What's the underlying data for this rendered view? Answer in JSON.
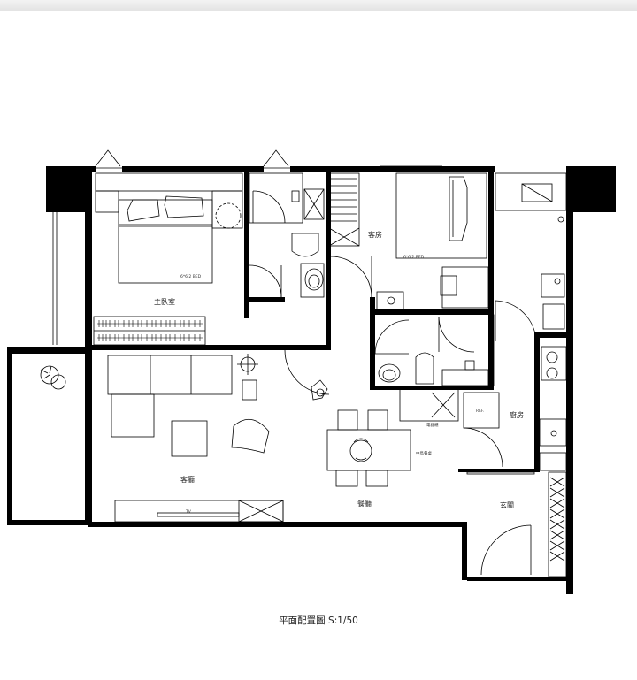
{
  "rooms": {
    "master_bedroom": "主臥室",
    "guest_room": "客房",
    "living_room": "客廳",
    "dining_room": "餐廳",
    "kitchen": "廚房",
    "entrance": "玄關"
  },
  "furniture": {
    "bed_size_master": "6*6.2 BED",
    "bed_size_guest": "6*6.2 BED",
    "tv": "TV",
    "fridge": "REF.",
    "appliance_cabinet": "電器櫃",
    "dining_side_note": "中島餐桌"
  },
  "caption": "平面配置圖  S:1/50"
}
